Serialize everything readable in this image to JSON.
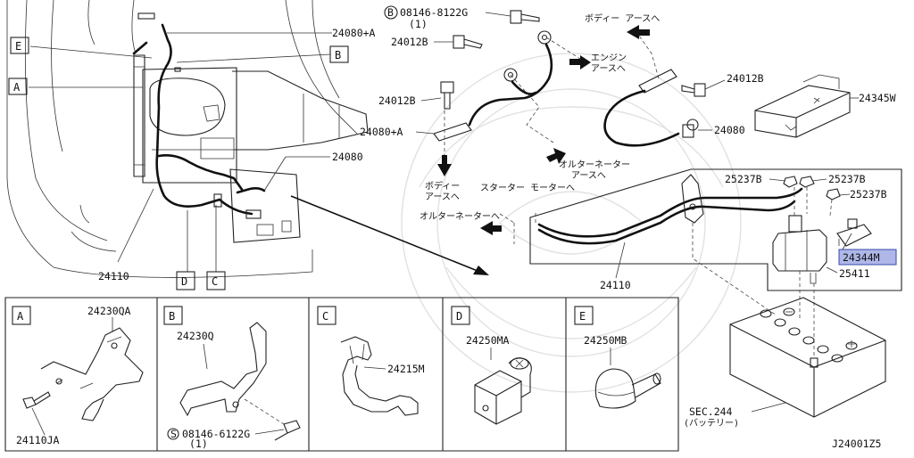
{
  "diagram_id": "J24001Z5",
  "labels": {
    "p24080A_top": "24080+A",
    "pB_ref": "B",
    "pE_ref": "E",
    "pA_ref": "A",
    "p24080_left": "24080",
    "p24110_left": "24110",
    "pD_ref": "D",
    "pC_ref": "C",
    "bolt_top_prefix": "B",
    "bolt_top": "08146-8122G",
    "bolt_top_qty": "(1)",
    "p24012B_1": "24012B",
    "p24012B_2": "24012B",
    "p24080A_mid": "24080+A",
    "p24012B_3": "24012B",
    "p24345W": "24345W",
    "p24080_right": "24080",
    "p25237B_1": "25237B",
    "p25237B_2": "25237B",
    "p25237B_3": "25237B",
    "p24344M": "24344M",
    "p25411": "25411",
    "p24110_right": "24110",
    "sec244": "SEC.244",
    "sec244_sub": "(バッテリー)"
  },
  "notes": {
    "body_ground": "ボディー アースへ",
    "engine_ground_1": "エンジン",
    "engine_ground_2": "アースへ",
    "alt_ground_1": "オルターネーター",
    "alt_ground_2": "アースへ",
    "body_ground2_1": "ボディー",
    "body_ground2_2": "アースへ",
    "starter": "スターター モーターへ",
    "alternator": "オルターネーターへ"
  },
  "details": [
    {
      "letter": "A",
      "part": "24230QA",
      "extra": "24110JA"
    },
    {
      "letter": "B",
      "part": "24230Q",
      "extra_prefix": "S",
      "extra": "08146-6122G",
      "extra_qty": "(1)"
    },
    {
      "letter": "C",
      "part": "24215M"
    },
    {
      "letter": "D",
      "part": "24250MA"
    },
    {
      "letter": "E",
      "part": "24250MB"
    }
  ],
  "colors": {
    "highlight": "#aeb7e8",
    "highlight_border": "#3949ab",
    "line": "#222222"
  }
}
